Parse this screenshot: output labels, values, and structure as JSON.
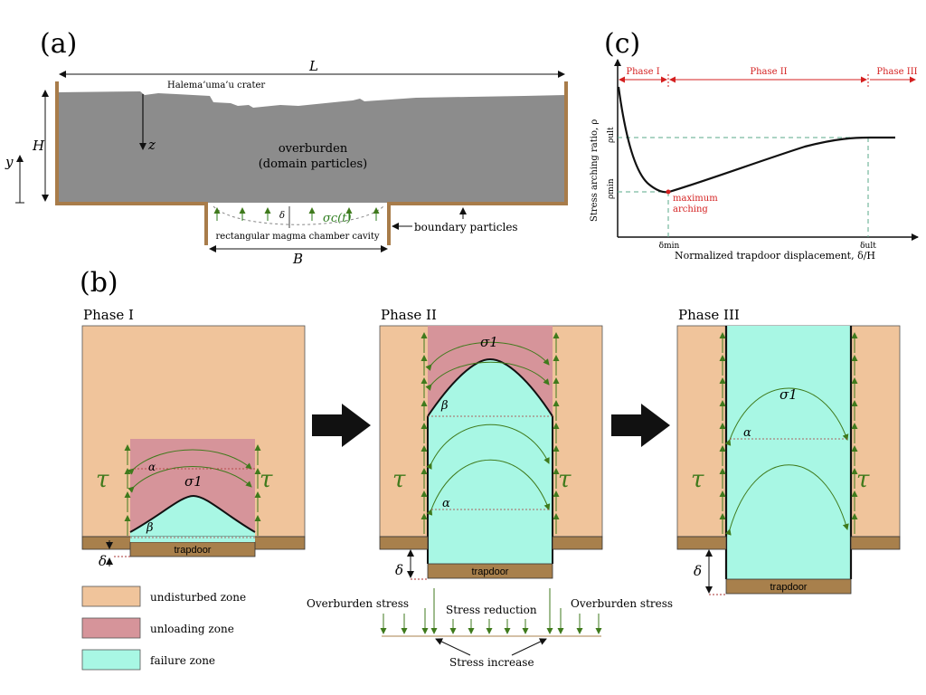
{
  "panel_a": {
    "label": "(a)",
    "L": "L",
    "H": "H",
    "y": "y",
    "z": "z",
    "B": "B",
    "crater": "Halema’uma’u crater",
    "overburden": "overburden",
    "domain_particles": "(domain particles)",
    "delta": "δ",
    "sigma_c": "σc(t)",
    "cavity": "rectangular magma chamber cavity",
    "boundary": "boundary particles",
    "colors": {
      "ground": "#8c8c8c",
      "wall": "#a87c4a",
      "sigma": "#2e7d1f"
    }
  },
  "panel_b": {
    "label": "(b)",
    "phase1": "Phase I",
    "phase2": "Phase II",
    "phase3": "Phase III",
    "trapdoor": "trapdoor",
    "tau": "τ",
    "sigma1": "σ1",
    "alpha": "α",
    "beta": "β",
    "delta": "δ",
    "legend": {
      "undisturbed": "undisturbed zone",
      "unloading": "unloading zone",
      "failure": "failure zone"
    },
    "stress": {
      "overburden_left": "Overburden stress",
      "reduction": "Stress reduction",
      "overburden_right": "Overburden stress",
      "increase": "Stress increase"
    },
    "colors": {
      "undisturbed": "#f0c49b",
      "unloading": "#d6949a",
      "failure": "#a8f7e4",
      "trapdoor": "#a8804c",
      "arrow": "#3f7a1c"
    }
  },
  "panel_c": {
    "label": "(c)",
    "phase1": "Phase I",
    "phase2": "Phase II",
    "phase3": "Phase III",
    "ylabel": "Stress arching ratio, ρ",
    "xlabel": "Normalized trapdoor displacement, δ/H",
    "rho_ult": "ρult",
    "rho_min": "ρmin",
    "delta_min": "δmin",
    "delta_ult": "δult",
    "annotation_1": "maximum",
    "annotation_2": "arching",
    "colors": {
      "phase": "#d42020",
      "guide": "#5aa88a"
    }
  }
}
